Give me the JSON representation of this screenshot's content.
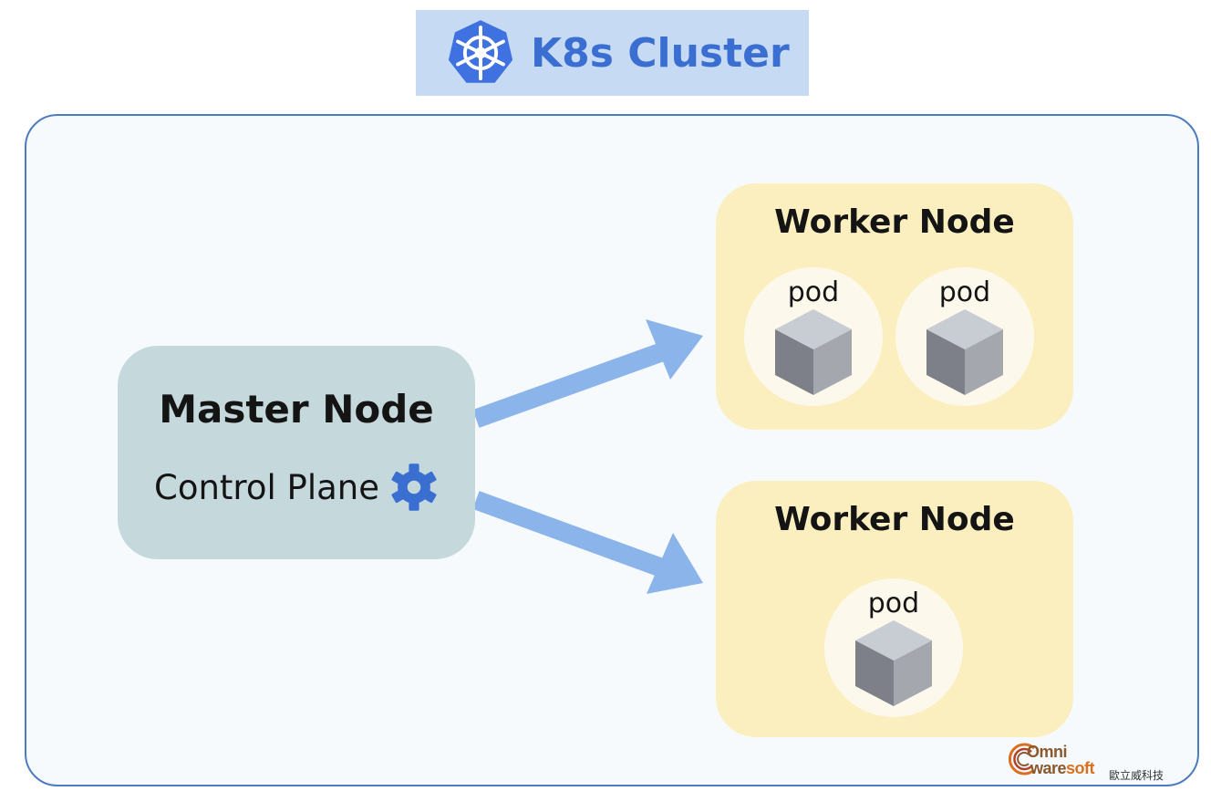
{
  "title": "K8s Cluster",
  "master_node": {
    "title": "Master Node",
    "subtitle": "Control Plane"
  },
  "worker_nodes": [
    {
      "title": "Worker Node",
      "pods": [
        "pod",
        "pod"
      ]
    },
    {
      "title": "Worker Node",
      "pods": [
        "pod"
      ]
    }
  ],
  "logo": {
    "line1": "Omni",
    "line2_a": "ware",
    "line2_b": "soft",
    "cjk": "歐立威科技"
  },
  "colors": {
    "title_banner_bg": "#c6daf3",
    "title_text": "#3a6fd1",
    "cluster_border": "#4d7bc0",
    "master_bg": "#c5d8dc",
    "worker_bg": "#fbefbf",
    "arrow": "#8ab4ea",
    "gear": "#3a6fd1"
  }
}
